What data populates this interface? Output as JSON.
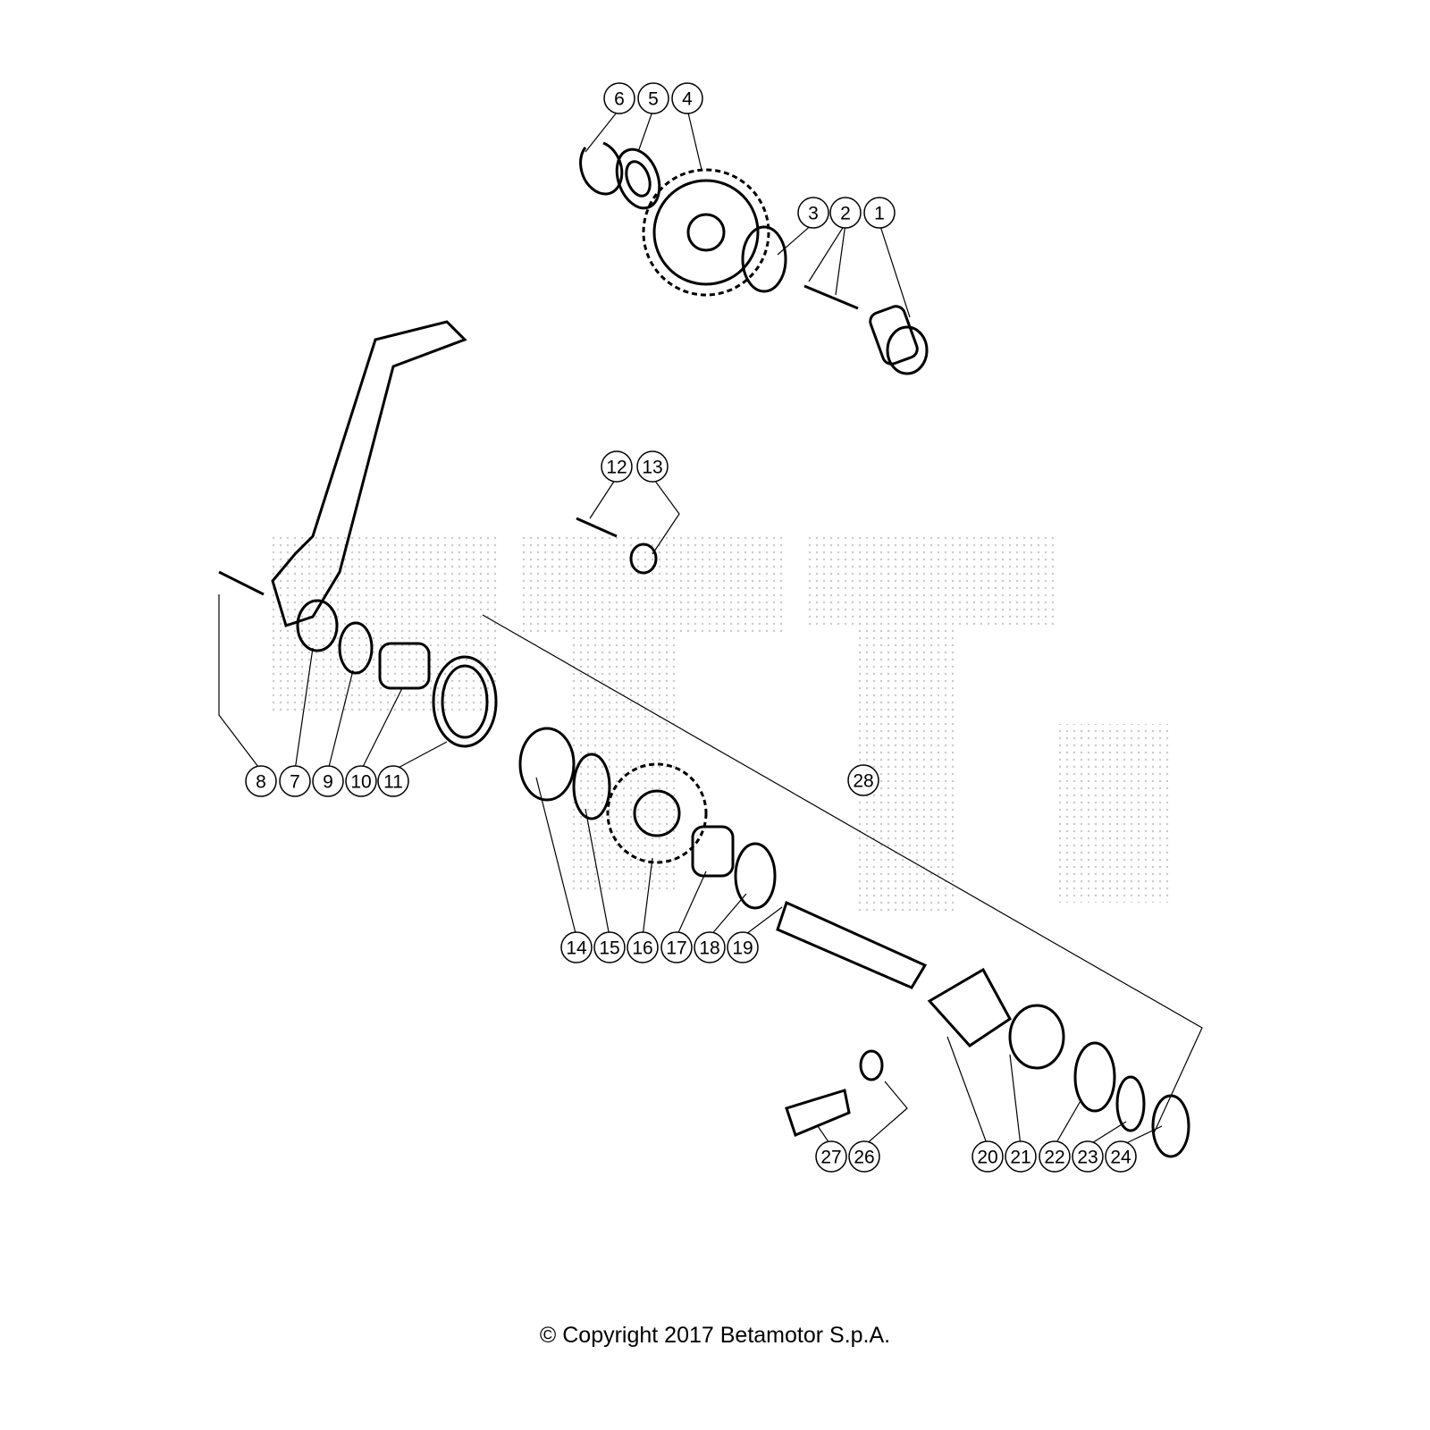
{
  "callouts": [
    {
      "n": "1"
    },
    {
      "n": "2"
    },
    {
      "n": "3"
    },
    {
      "n": "4"
    },
    {
      "n": "5"
    },
    {
      "n": "6"
    },
    {
      "n": "7"
    },
    {
      "n": "8"
    },
    {
      "n": "9"
    },
    {
      "n": "10"
    },
    {
      "n": "11"
    },
    {
      "n": "12"
    },
    {
      "n": "13"
    },
    {
      "n": "14"
    },
    {
      "n": "15"
    },
    {
      "n": "16"
    },
    {
      "n": "17"
    },
    {
      "n": "18"
    },
    {
      "n": "19"
    },
    {
      "n": "20"
    },
    {
      "n": "21"
    },
    {
      "n": "22"
    },
    {
      "n": "23"
    },
    {
      "n": "24"
    },
    {
      "n": "26"
    },
    {
      "n": "27"
    },
    {
      "n": "28"
    }
  ],
  "copyright": "© Copyright 2017 Betamotor S.p.A.",
  "watermark": "BETA"
}
